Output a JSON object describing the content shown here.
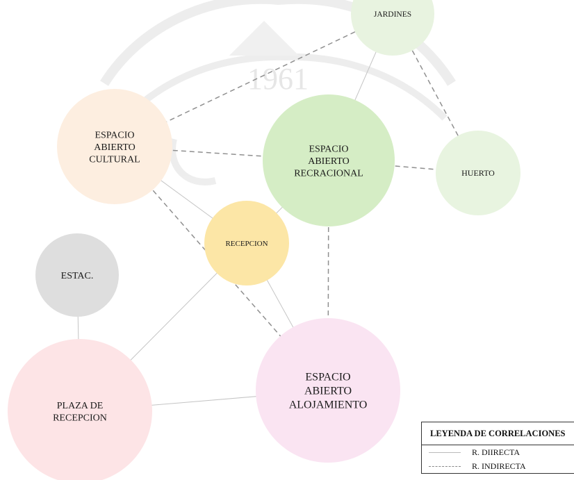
{
  "diagram": {
    "nodes": [
      {
        "id": "jardines",
        "lines": [
          "JARDINES"
        ],
        "color": "#e8f3e0"
      },
      {
        "id": "espacio-cultural",
        "lines": [
          "ESPACIO",
          "ABIERTO",
          "CULTURAL"
        ],
        "color": "#fdeee0"
      },
      {
        "id": "espacio-recreacional",
        "lines": [
          "ESPACIO",
          "ABIERTO",
          "RECRACIONAL"
        ],
        "color": "#d5edc5"
      },
      {
        "id": "huerto",
        "lines": [
          "HUERTO"
        ],
        "color": "#e8f4e0"
      },
      {
        "id": "recepcion",
        "lines": [
          "RECEPCION"
        ],
        "color": "#fce6a6"
      },
      {
        "id": "estac",
        "lines": [
          "ESTAC."
        ],
        "color": "#dedede"
      },
      {
        "id": "plaza-recepcion",
        "lines": [
          "PLAZA DE",
          "RECEPCION"
        ],
        "color": "#fde4e6"
      },
      {
        "id": "espacio-alojamiento",
        "lines": [
          "ESPACIO",
          "ABIERTO",
          "ALOJAMIENTO"
        ],
        "color": "#fae4f2"
      }
    ],
    "edges": [
      {
        "from": "jardines",
        "to": "espacio-cultural",
        "type": "indirect"
      },
      {
        "from": "jardines",
        "to": "espacio-recreacional",
        "type": "direct"
      },
      {
        "from": "jardines",
        "to": "huerto",
        "type": "indirect"
      },
      {
        "from": "espacio-cultural",
        "to": "espacio-recreacional",
        "type": "indirect"
      },
      {
        "from": "espacio-recreacional",
        "to": "huerto",
        "type": "indirect"
      },
      {
        "from": "espacio-cultural",
        "to": "recepcion",
        "type": "direct"
      },
      {
        "from": "espacio-recreacional",
        "to": "recepcion",
        "type": "direct"
      },
      {
        "from": "espacio-cultural",
        "to": "espacio-alojamiento",
        "type": "indirect"
      },
      {
        "from": "espacio-recreacional",
        "to": "espacio-alojamiento",
        "type": "indirect"
      },
      {
        "from": "recepcion",
        "to": "espacio-alojamiento",
        "type": "direct"
      },
      {
        "from": "recepcion",
        "to": "plaza-recepcion",
        "type": "direct"
      },
      {
        "from": "estac",
        "to": "plaza-recepcion",
        "type": "direct"
      },
      {
        "from": "plaza-recepcion",
        "to": "espacio-alojamiento",
        "type": "direct"
      }
    ],
    "colors": {
      "direct": "#c4c4c4",
      "indirect": "#8f8f8f"
    }
  },
  "watermark": {
    "year": "1961"
  },
  "legend": {
    "title": "LEYENDA DE CORRELACIONES",
    "direct_label": "R. DIIRECTA",
    "indirect_label": "R. INDIRECTA"
  }
}
